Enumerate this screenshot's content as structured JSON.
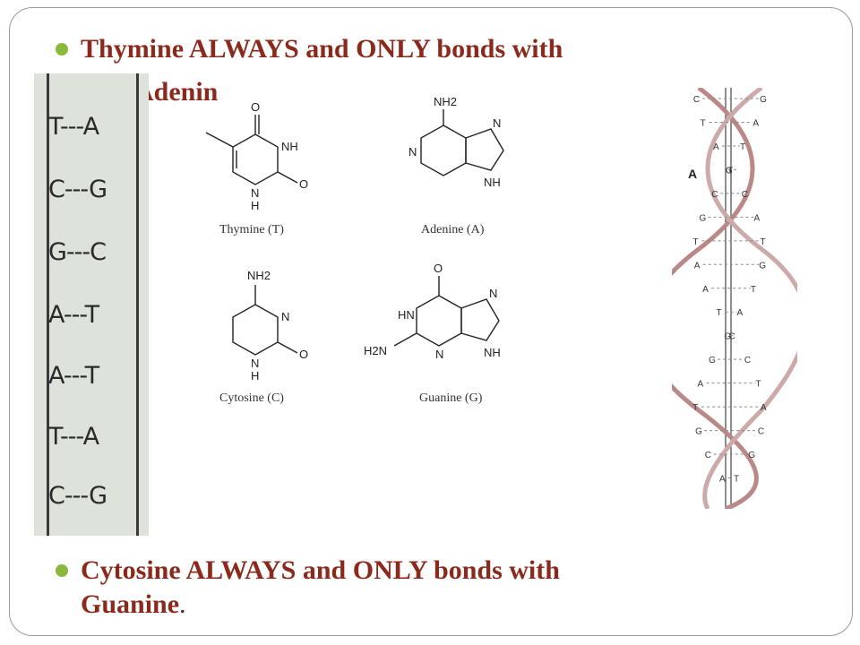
{
  "bullets": {
    "first_line1": "Thymine ALWAYS and ONLY bonds with",
    "first_line2_visible": "Adenin",
    "second_line1": "Cytosine ALWAYS and ONLY bonds with",
    "second_line2": "Guanine",
    "second_period": "."
  },
  "base_pairs": [
    "T---A",
    "C---G",
    "G---C",
    "A---T",
    "A---T",
    "T---A",
    "C---G"
  ],
  "structures": {
    "thymine": "Thymine (T)",
    "adenine": "Adenine (A)",
    "cytosine": "Cytosine (C)",
    "guanine": "Guanine (G)",
    "atoms": {
      "nh": "NH",
      "n": "N",
      "h": "H",
      "o": "O",
      "nh2": "NH2",
      "hn": "HN",
      "h2n": "H2N"
    }
  },
  "helix": {
    "strand_label": "A",
    "letters": [
      "C",
      "G",
      "T",
      "A",
      "A",
      "T",
      "T",
      "G",
      "C",
      "C",
      "G",
      "A",
      "T",
      "T",
      "A",
      "G",
      "A",
      "T",
      "T",
      "A",
      "G",
      "C",
      "G",
      "C",
      "A",
      "T",
      "T",
      "A",
      "G",
      "C",
      "C",
      "G",
      "A",
      "T"
    ]
  },
  "colors": {
    "heading": "#8b2a1c",
    "bullet": "#8ab83c"
  }
}
